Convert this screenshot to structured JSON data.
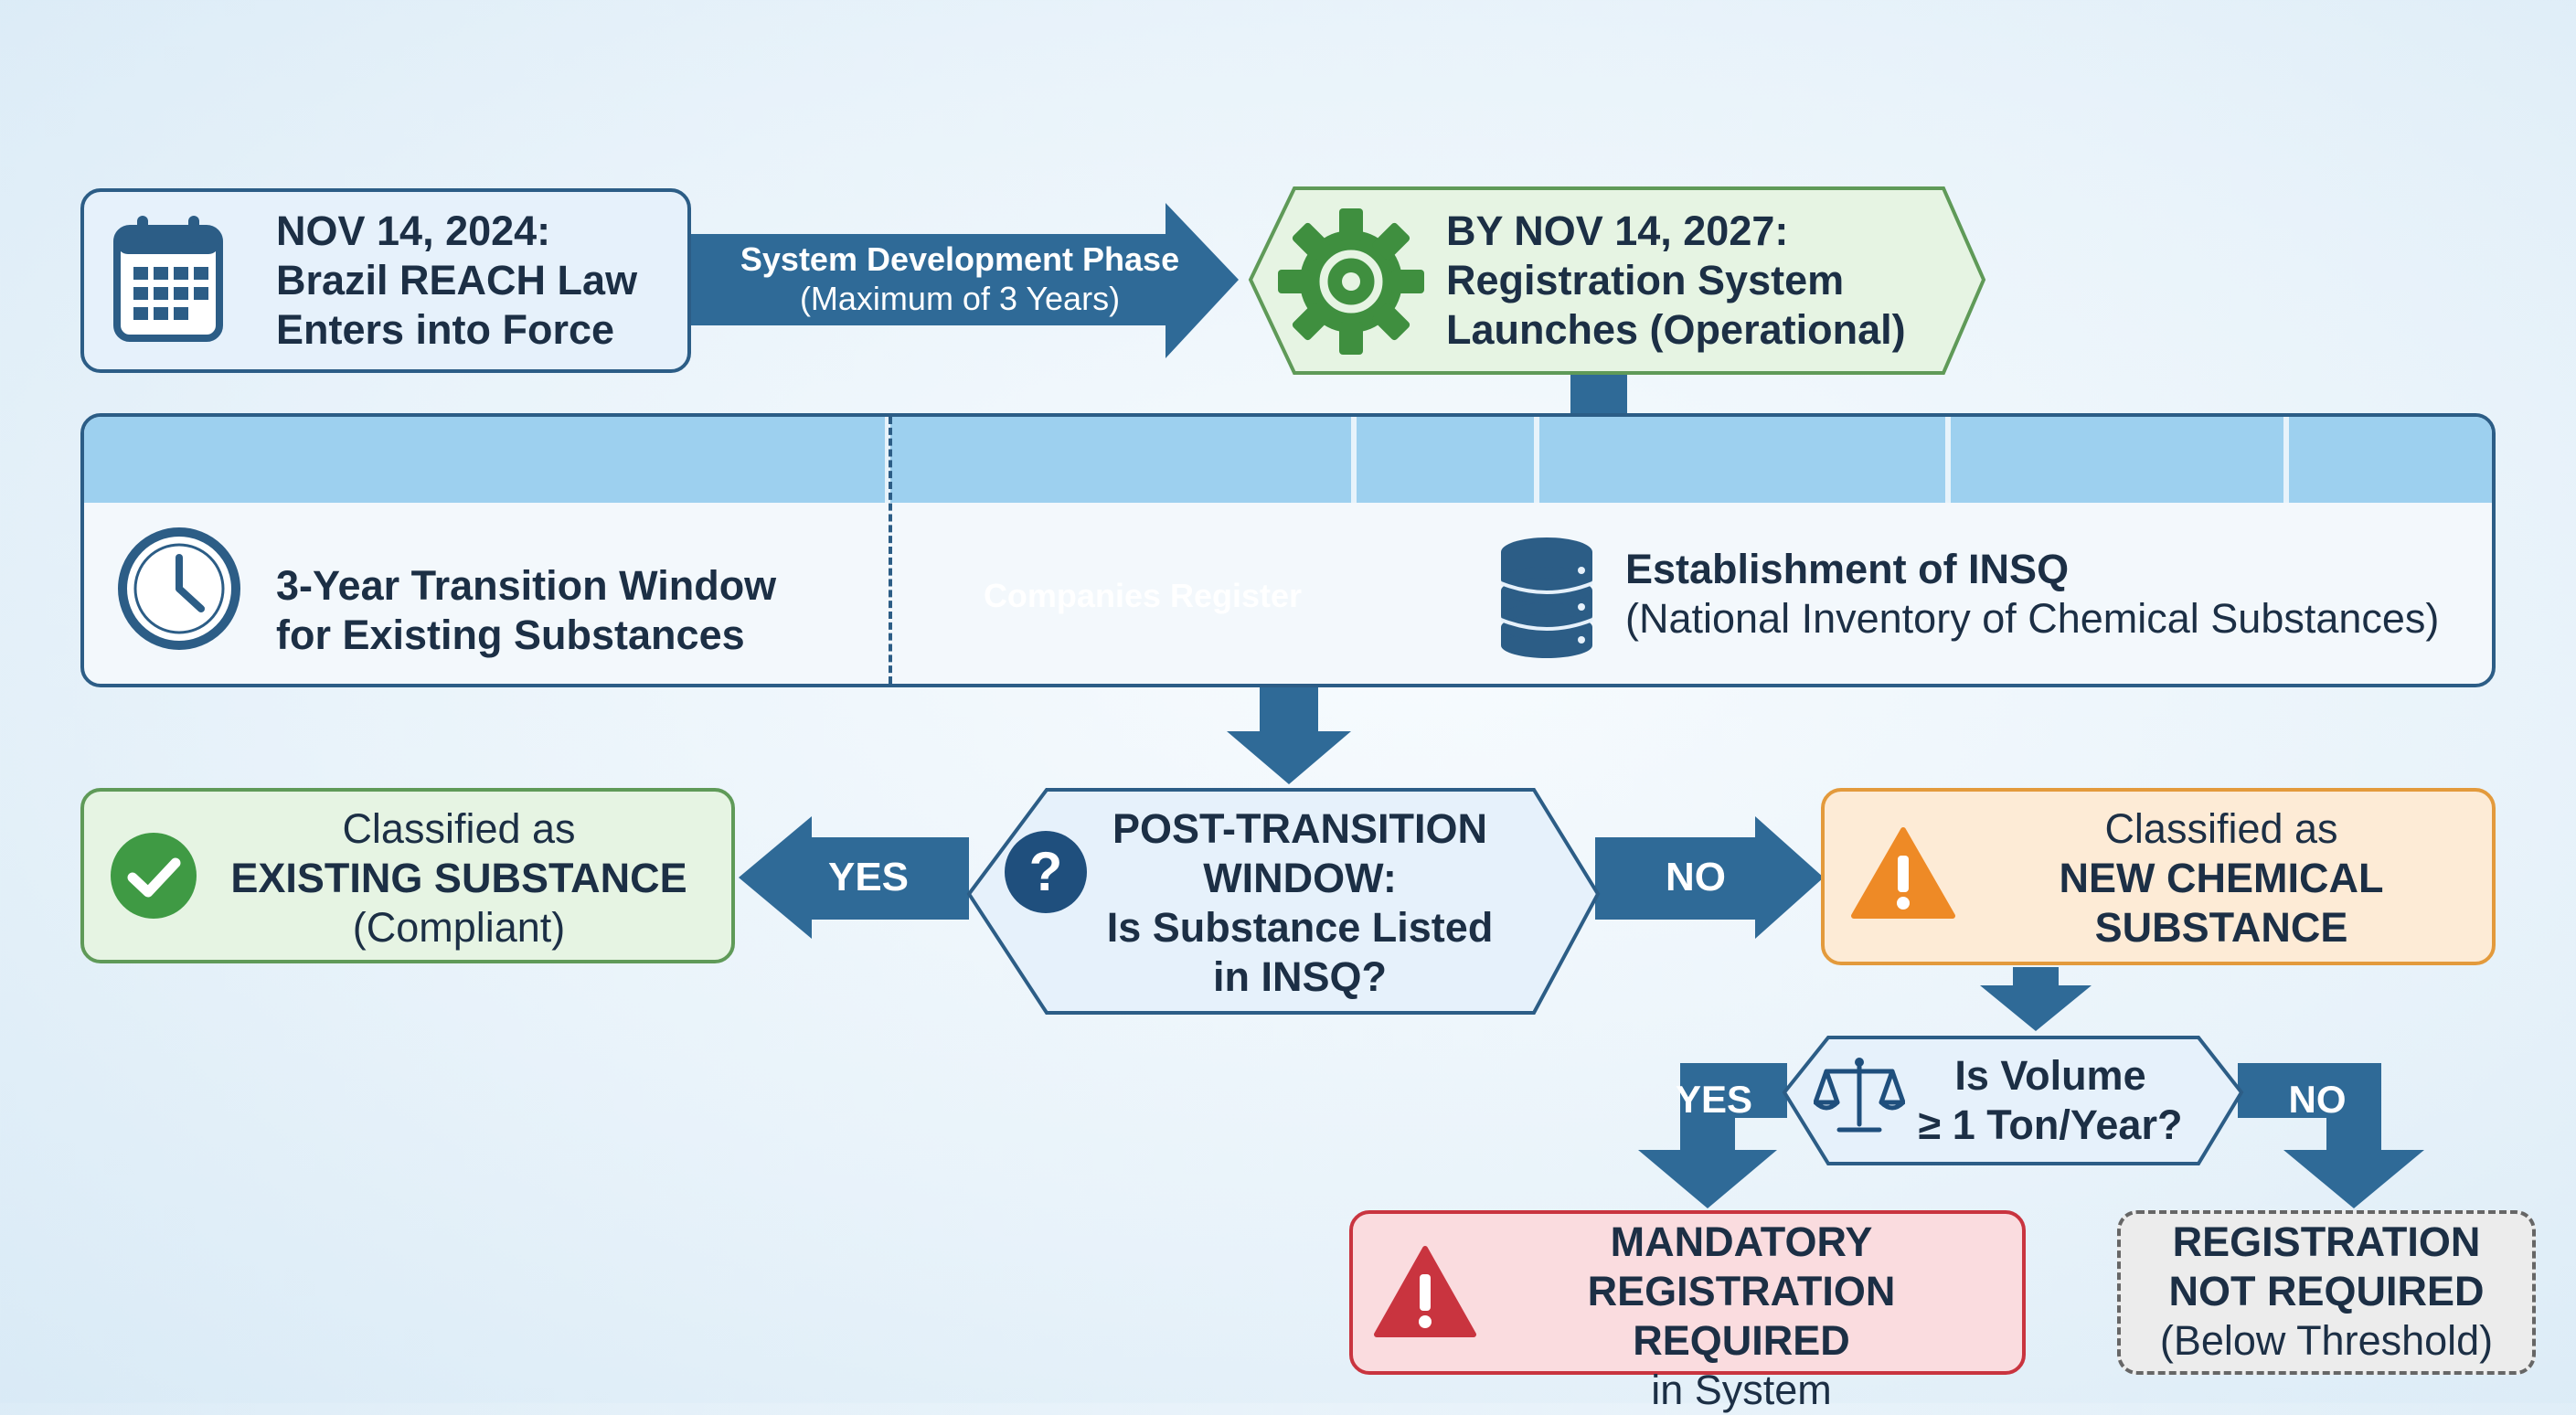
{
  "step1": {
    "line1": "NOV 14, 2024:",
    "line2": "Brazil REACH Law",
    "line3": "Enters into Force",
    "icon": "calendar-icon"
  },
  "phase_arrow": {
    "line1": "System Development Phase",
    "line2": "(Maximum  of  3 Years)"
  },
  "step2": {
    "line1": "BY NOV 14, 2027:",
    "line2": "Registration System",
    "line3": "Launches (Operational)",
    "icon": "gear-icon"
  },
  "transition": {
    "line1": "3-Year Transition Window",
    "line2": "for Existing Substances",
    "icon": "clock-icon"
  },
  "register_arrow": {
    "label": "Companies Register"
  },
  "insq": {
    "line1": "Establishment of INSQ",
    "line2": "(National Inventory of Chemical Substances)",
    "icon": "database-icon"
  },
  "decision1": {
    "line1": "POST-TRANSITION",
    "line2": "WINDOW:",
    "line3": "Is Substance Listed",
    "line4": "in INSQ?",
    "icon": "question-icon",
    "yes": "YES",
    "no": "NO"
  },
  "existing": {
    "line1": "Classified as",
    "line2": "EXISTING SUBSTANCE",
    "line3": "(Compliant)",
    "icon": "check-icon"
  },
  "new_substance": {
    "line1": "Classified as",
    "line2": "NEW CHEMICAL",
    "line3": "SUBSTANCE",
    "icon": "warning-icon"
  },
  "decision2": {
    "line1": "Is Volume",
    "line2": "≥ 1 Ton/Year?",
    "icon": "scale-icon",
    "yes": "YES",
    "no": "NO"
  },
  "mandatory": {
    "line1": "MANDATORY",
    "line2": "REGISTRATION REQUIRED",
    "line3": "in System",
    "icon": "alert-icon"
  },
  "not_required": {
    "line1": "REGISTRATION",
    "line2": "NOT REQUIRED",
    "line3": "(Below Threshold)"
  },
  "colors": {
    "primary_blue": "#2c5d86",
    "green": "#5f9a58",
    "orange": "#e39a3c",
    "red": "#c9343f"
  }
}
